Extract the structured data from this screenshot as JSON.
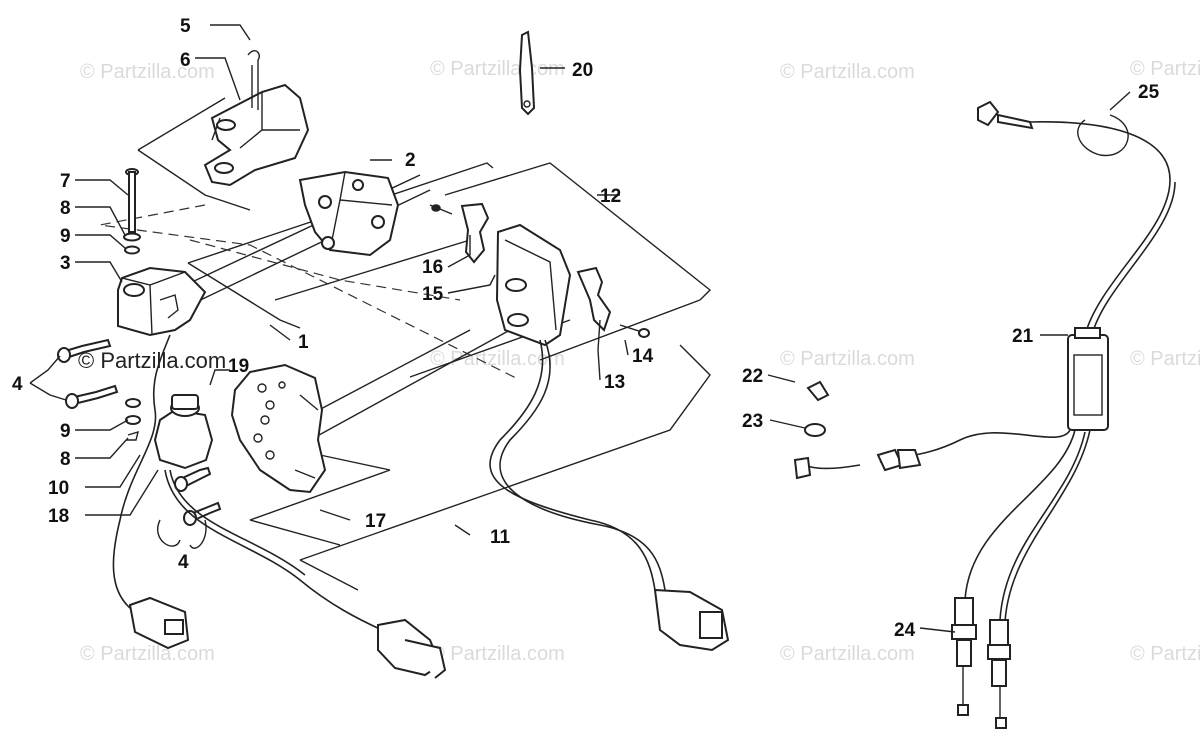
{
  "watermark": "© Partzilla.com",
  "callouts": {
    "c1": "1",
    "c2": "2",
    "c3": "3",
    "c4a": "4",
    "c4b": "4",
    "c5": "5",
    "c6": "6",
    "c7": "7",
    "c8a": "8",
    "c8b": "8",
    "c9a": "9",
    "c9b": "9",
    "c10": "10",
    "c11": "11",
    "c12": "12",
    "c13": "13",
    "c14": "14",
    "c15": "15",
    "c16": "16",
    "c17": "17",
    "c18": "18",
    "c19": "19",
    "c20": "20",
    "c21": "21",
    "c22": "22",
    "c23": "23",
    "c24": "24",
    "c25": "25"
  }
}
